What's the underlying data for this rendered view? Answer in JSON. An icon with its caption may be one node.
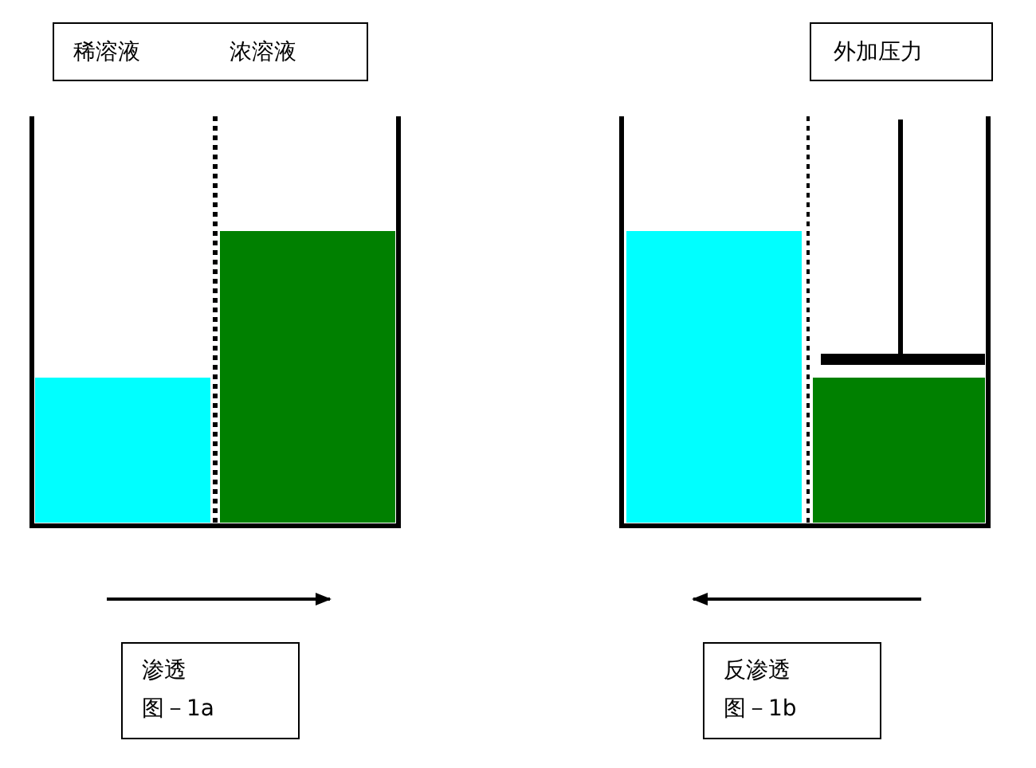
{
  "diagram": {
    "nodes": [
      {
        "text": [
          "稀溶液",
          "浓溶液"
        ]
      },
      {
        "text": [
          "外加压力"
        ]
      },
      {
        "text": [
          "渗透",
          "图－1a"
        ]
      },
      {
        "text": [
          "反渗透",
          "图－1b"
        ]
      }
    ]
  }
}
